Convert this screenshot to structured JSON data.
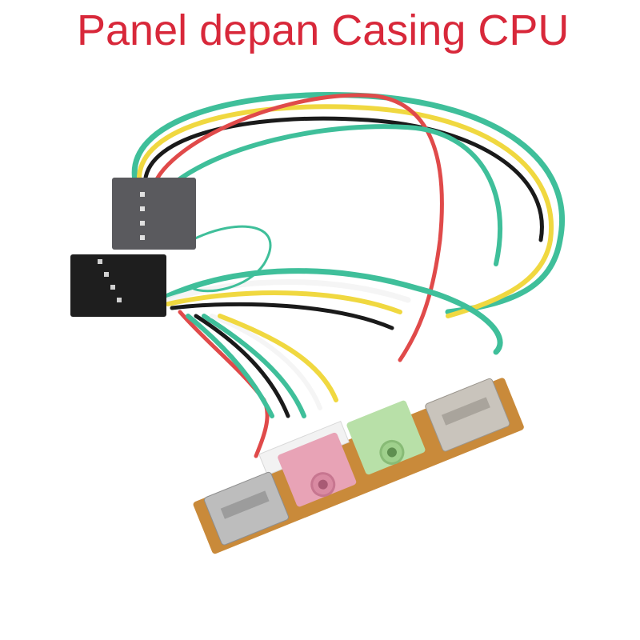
{
  "caption": {
    "text": "Panel depan Casing CPU",
    "color": "#d8283a"
  },
  "photo": {
    "subject": "front-panel-io-board-with-cables",
    "board_color": "#c98a3a",
    "ports": [
      {
        "type": "usb-a",
        "color": "#bdbdbd"
      },
      {
        "type": "audio-jack",
        "color": "#e8a3b6"
      },
      {
        "type": "audio-jack",
        "color": "#b8e0a8"
      },
      {
        "type": "usb-a",
        "color": "#c9c4bc"
      }
    ],
    "connectors": [
      {
        "type": "pin-header-2x5",
        "color": "#5a5a5e"
      },
      {
        "type": "pin-header-2x5",
        "color": "#1e1e1e"
      },
      {
        "type": "board-wire-connector",
        "color": "#f2f2f2"
      }
    ],
    "wire_colors": [
      "#e04a4a",
      "#3fbf9a",
      "#1a1a1a",
      "#f4f4f4",
      "#f0d840"
    ]
  }
}
